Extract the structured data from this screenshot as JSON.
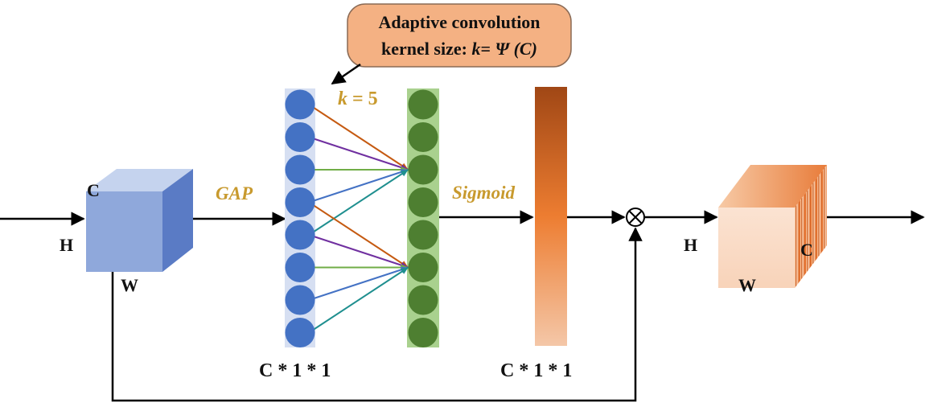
{
  "callout": {
    "line1": "Adaptive convolution",
    "line2_prefix": "kernel size: ",
    "line2_k": "k",
    "line2_eq": "= ",
    "line2_psi": "Ψ",
    "line2_arg": " (C)"
  },
  "kernel_label": {
    "k": "k",
    "rest": " = 5",
    "value": 5
  },
  "input_block": {
    "c": "C",
    "h": "H",
    "w": "W"
  },
  "output_block": {
    "c": "C",
    "h": "H",
    "w": "W"
  },
  "ops": {
    "gap": "GAP",
    "sigmoid": "Sigmoid",
    "multiply_symbol": "⊗"
  },
  "dims": {
    "left": "C * 1 * 1",
    "right": "C * 1 * 1"
  },
  "nodes": {
    "count": 8
  },
  "colors": {
    "input_front": "#8fa8db",
    "input_top": "#c5d3ee",
    "input_side": "#5a7bc5",
    "blue_node": "#4472c4",
    "blue_strip": "#d6dff2",
    "green_node": "#4e7f31",
    "green_strip": "#a9d18e",
    "bar_top": "#a04715",
    "bar_mid": "#ed7d31",
    "bar_bottom": "#f4c7a8",
    "callout_fill": "#f4b183",
    "label_gold": "#c89a2e",
    "edge_orange": "#c55a11",
    "edge_purple": "#7030a0",
    "edge_green": "#70ad47",
    "edge_blue": "#4472c4",
    "edge_teal": "#1f8f8f"
  }
}
